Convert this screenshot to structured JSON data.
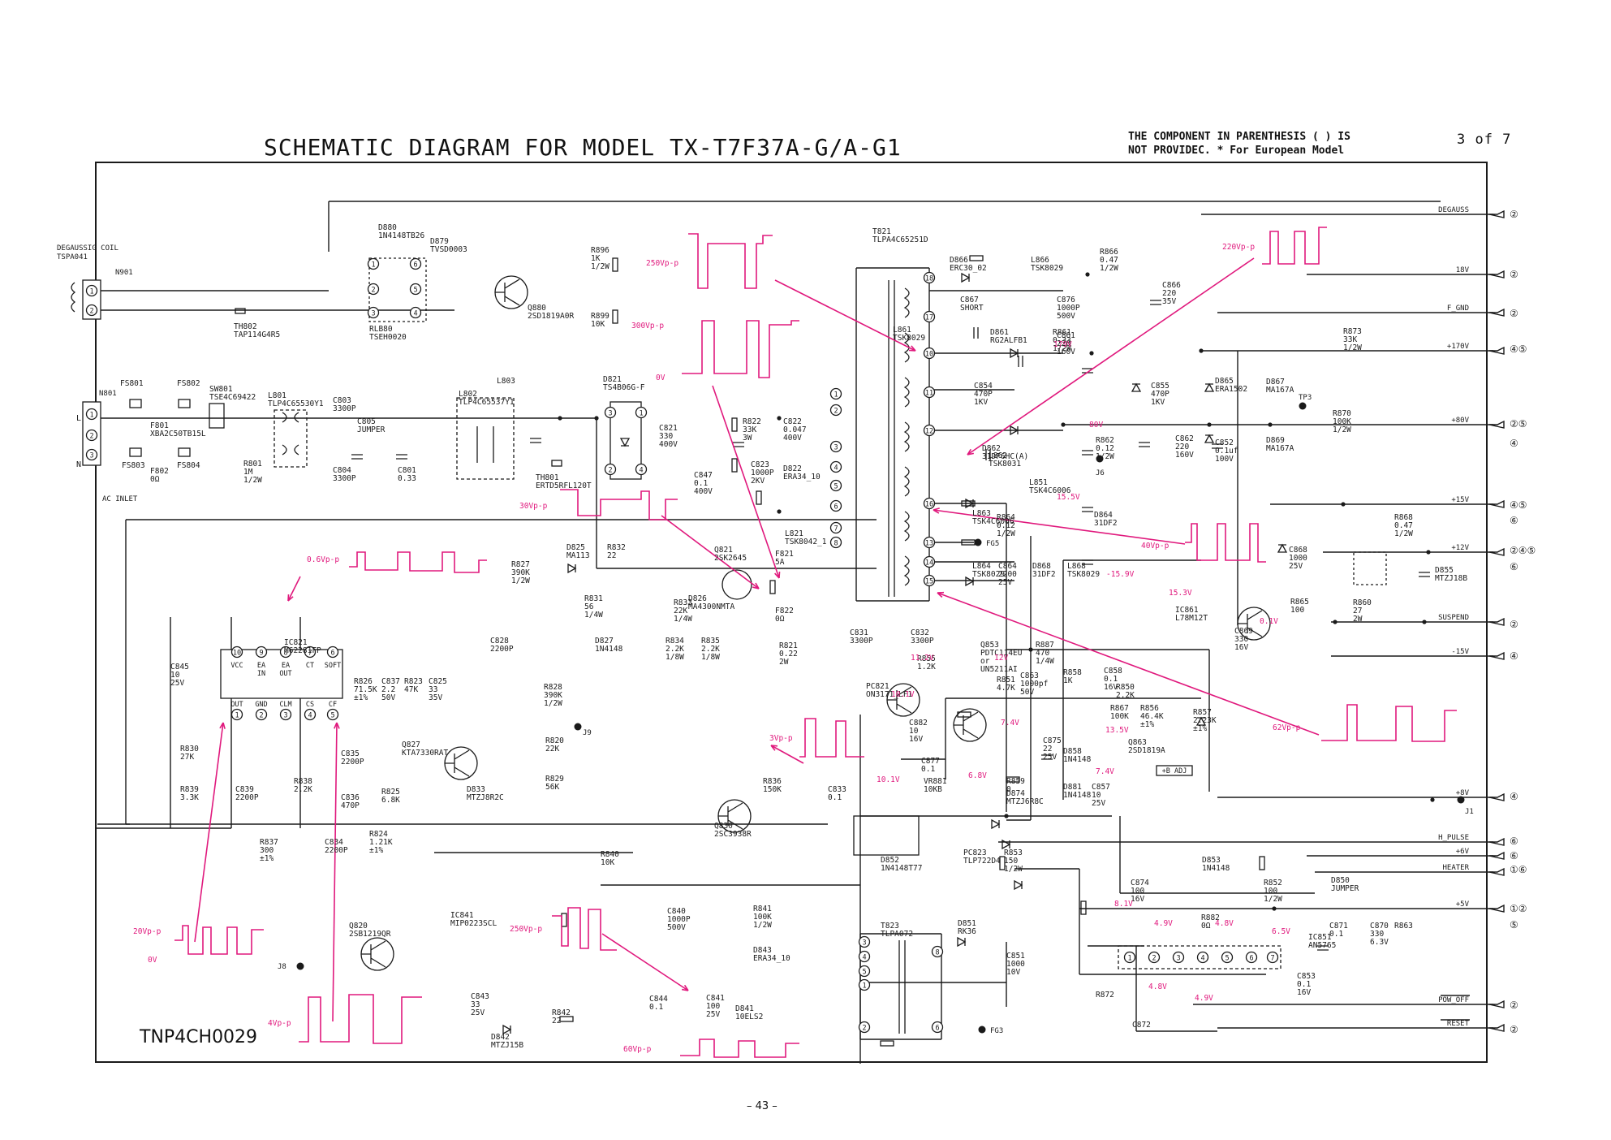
{
  "header": {
    "title": "SCHEMATIC DIAGRAM FOR MODEL  TX-T7F37A-G/A-G1",
    "note_line1": "THE COMPONENT IN PARENTHESIS ( ) IS",
    "note_line2": "NOT PROVIDEC.  * For European Model",
    "page": "3 of 7"
  },
  "board_id": "TNP4CH0029",
  "footer_page": "– 43 –",
  "colors": {
    "wire": "#1a1a1a",
    "waveform": "#e0197d",
    "paper": "#ffffff"
  },
  "inputs": {
    "degauss_coil": [
      "DEGAUSSIG COIL",
      "TSPA041"
    ],
    "n901": "N901",
    "n801": "N801",
    "ac_inlet": "AC INLET",
    "pins": [
      "L",
      "N"
    ]
  },
  "outputs": [
    {
      "label": "DEGAUSS",
      "conn": "②"
    },
    {
      "label": "18V",
      "conn": "②"
    },
    {
      "label": "F_GND",
      "conn": "②"
    },
    {
      "label": "+170V",
      "conn": "④⑤"
    },
    {
      "label": "+80V",
      "conn": "②⑤"
    },
    {
      "label": "",
      "conn": "④"
    },
    {
      "label": "+15V",
      "conn": "④⑤"
    },
    {
      "label": "",
      "conn": "⑥"
    },
    {
      "label": "+12V",
      "conn": "②④⑤"
    },
    {
      "label": "",
      "conn": "⑥"
    },
    {
      "label": "SUSPEND",
      "conn": "②"
    },
    {
      "label": "-15V",
      "conn": "④"
    },
    {
      "label": "+8V",
      "conn": "④"
    },
    {
      "label": "H_PULSE",
      "conn": "⑥"
    },
    {
      "label": "+6V",
      "conn": "⑥"
    },
    {
      "label": "HEATER",
      "conn": "①⑥"
    },
    {
      "label": "+5V",
      "conn": "①②"
    },
    {
      "label": "",
      "conn": "⑤"
    },
    {
      "label": "POW_OFF",
      "conn": "②"
    },
    {
      "label": "RESET",
      "conn": "②"
    }
  ],
  "components": [
    [
      "D880",
      "1N4148TB26"
    ],
    [
      "D879",
      "TVSD0003"
    ],
    [
      "RLB80",
      "TSEH0020"
    ],
    [
      "Q880",
      "2SD1819A0R"
    ],
    [
      "R896",
      "1K",
      "1/2W"
    ],
    [
      "R899",
      "10K"
    ],
    [
      "TH802",
      "TAP114G4R5"
    ],
    [
      "T821",
      "TLPA4C65251D"
    ],
    [
      "FS801"
    ],
    [
      "FS802"
    ],
    [
      "FS803"
    ],
    [
      "FS804"
    ],
    [
      "SW801",
      "TSE4C69422"
    ],
    [
      "F801",
      "XBA2C50TB15L"
    ],
    [
      "F802",
      "0Ω"
    ],
    [
      "R801",
      "1M",
      "1/2W"
    ],
    [
      "L801",
      "TLP4C65530Y1"
    ],
    [
      "C803",
      "3300P"
    ],
    [
      "C804",
      "3300P"
    ],
    [
      "C805",
      "JUMPER"
    ],
    [
      "C801",
      "0.33"
    ],
    [
      "L802",
      "TLP4C65537Y1"
    ],
    [
      "L803"
    ],
    [
      "TH801",
      "ERTD5RFL120T"
    ],
    [
      "D821",
      "TS4B06G-F"
    ],
    [
      "C821",
      "330",
      "400V"
    ],
    [
      "C847",
      "0.1",
      "400V"
    ],
    [
      "R822",
      "33K",
      "3W"
    ],
    [
      "C822",
      "0.047",
      "400V"
    ],
    [
      "C823",
      "1000P",
      "2KV"
    ],
    [
      "D822",
      "ERA34_10"
    ],
    [
      "L821",
      "TSK8042_1"
    ],
    [
      "F821",
      "5A"
    ],
    [
      "F822",
      "0Ω"
    ],
    [
      "R821",
      "0.22",
      "2W"
    ],
    [
      "Q821",
      "2SK2645"
    ],
    [
      "D825",
      "MA113"
    ],
    [
      "R832",
      "22"
    ],
    [
      "R827",
      "390K",
      "1/2W"
    ],
    [
      "R831",
      "56",
      "1/4W"
    ],
    [
      "R833",
      "22K",
      "1/4W"
    ],
    [
      "D826",
      "MA4300NMTA"
    ],
    [
      "D827",
      "1N4148"
    ],
    [
      "C828",
      "2200P"
    ],
    [
      "R834",
      "2.2K",
      "1/8W"
    ],
    [
      "R835",
      "2.2K",
      "1/8W"
    ],
    [
      "IC821",
      "M62281FP"
    ],
    [
      "C845",
      "10",
      "25V"
    ],
    [
      "R826",
      "71.5K",
      "±1%"
    ],
    [
      "C837",
      "2.2",
      "50V"
    ],
    [
      "R823",
      "47K"
    ],
    [
      "C825",
      "33",
      "35V"
    ],
    [
      "R828",
      "390K",
      "1/2W"
    ],
    [
      "R820",
      "22K"
    ],
    [
      "R829",
      "56K"
    ],
    [
      "R830",
      "27K"
    ],
    [
      "R839",
      "3.3K"
    ],
    [
      "C839",
      "2200P"
    ],
    [
      "R838",
      "2.2K"
    ],
    [
      "C835",
      "2200P"
    ],
    [
      "C836",
      "470P"
    ],
    [
      "R825",
      "6.8K"
    ],
    [
      "Q827",
      "KTA7330RAT"
    ],
    [
      "D833",
      "MTZJ8R2C"
    ],
    [
      "R837",
      "300",
      "±1%"
    ],
    [
      "C834",
      "2200P"
    ],
    [
      "R824",
      "1.21K",
      "±1%"
    ],
    [
      "C831",
      "3300P"
    ],
    [
      "C832",
      "3300P"
    ],
    [
      "PC821",
      "ON3171_LF1"
    ],
    [
      "R836",
      "150K"
    ],
    [
      "C833",
      "0.1"
    ],
    [
      "Q830",
      "2SC3938R"
    ],
    [
      "R840",
      "10K"
    ],
    [
      "Q820",
      "2SB1219QR"
    ],
    [
      "IC841",
      "MIP0223SCL"
    ],
    [
      "C840",
      "1000P",
      "500V"
    ],
    [
      "R841",
      "100K",
      "1/2W"
    ],
    [
      "D843",
      "ERA34_10"
    ],
    [
      "T823",
      "TLPA072"
    ],
    [
      "C843",
      "33",
      "25V"
    ],
    [
      "R842",
      "22"
    ],
    [
      "C844",
      "0.1"
    ],
    [
      "C841",
      "100",
      "25V"
    ],
    [
      "D841",
      "10ELS2"
    ],
    [
      "D842",
      "MTZJ15B"
    ],
    [
      "D851",
      "RK36"
    ],
    [
      "C851",
      "1000",
      "10V"
    ],
    [
      "D866",
      "ERC30_02"
    ],
    [
      "L866",
      "TSK8029"
    ],
    [
      "R866",
      "0.47",
      "1/2W"
    ],
    [
      "C866",
      "220",
      "35V"
    ],
    [
      "C867",
      "SHORT"
    ],
    [
      "C876",
      "1000P",
      "500V"
    ],
    [
      "L861",
      "TSK8029"
    ],
    [
      "D861",
      "RG2ALFB1"
    ],
    [
      "R861",
      "0.33",
      "1/2W"
    ],
    [
      "C861",
      "220",
      "160V"
    ],
    [
      "C854",
      "470P",
      "1KV"
    ],
    [
      "D862",
      "31DF6HC(A)"
    ],
    [
      "L862",
      "TSK8031"
    ],
    [
      "R862",
      "0.12",
      "1/2W"
    ],
    [
      "C855",
      "470P",
      "1KV"
    ],
    [
      "C862",
      "220",
      "160V"
    ],
    [
      "D865",
      "ERA1502"
    ],
    [
      "C852",
      "0.1uf",
      "100V"
    ],
    [
      "D867",
      "MA167A"
    ],
    [
      "D869",
      "MA167A"
    ],
    [
      "R873",
      "33K",
      "1/2W"
    ],
    [
      "R870",
      "100K",
      "1/2W"
    ],
    [
      "L851",
      "TSK4C6006"
    ],
    [
      "L863",
      "TSK4C6006"
    ],
    [
      "R864",
      "0.12",
      "1/2W"
    ],
    [
      "D864",
      "31DF2"
    ],
    [
      "L864",
      "TSK8029"
    ],
    [
      "C864",
      "2200",
      "25V"
    ],
    [
      "D868",
      "31DF2"
    ],
    [
      "L868",
      "TSK8029"
    ],
    [
      "R868",
      "0.47",
      "1/2W"
    ],
    [
      "C868",
      "1000",
      "25V"
    ],
    [
      "R860",
      "27",
      "2W"
    ],
    [
      "D855",
      "MTZJ18B"
    ],
    [
      "IC861",
      "L78M12T"
    ],
    [
      "C869",
      "330",
      "16V"
    ],
    [
      "R865",
      "100"
    ],
    [
      "Q853",
      "PDTC114EU",
      "or",
      "UN5211AI"
    ],
    [
      "R887",
      "470",
      "1/4W"
    ],
    [
      "R855",
      "1.2K"
    ],
    [
      "R851",
      "4.7K"
    ],
    [
      "C863",
      "1000pf",
      "50V"
    ],
    [
      "R858",
      "1K"
    ],
    [
      "C858",
      "0.1",
      "16V"
    ],
    [
      "R850",
      "2.2K"
    ],
    [
      "R867",
      "100K"
    ],
    [
      "R856",
      "46.4K",
      "±1%"
    ],
    [
      "C882",
      "10",
      "16V"
    ],
    [
      "C875",
      "22",
      "25V"
    ],
    [
      "Q863",
      "2SD1819A"
    ],
    [
      "D858",
      "1N4148"
    ],
    [
      "C877",
      "0.1"
    ],
    [
      "VR881",
      "10KB"
    ],
    [
      "R859",
      "0"
    ],
    [
      "D874",
      "MTZJ6R8C"
    ],
    [
      "D881",
      "1N4148"
    ],
    [
      "C857",
      "10",
      "25V"
    ],
    [
      "R857",
      "2.23K",
      "±1%"
    ],
    [
      "D852",
      "1N4148T77"
    ],
    [
      "PC823",
      "TLP722D4"
    ],
    [
      "R853",
      "150",
      "1/2W"
    ],
    [
      "D853",
      "1N4148"
    ],
    [
      "C874",
      "100",
      "16V"
    ],
    [
      "R852",
      "100",
      "1/2W"
    ],
    [
      "D850",
      "JUMPER"
    ],
    [
      "R882",
      "0Ω"
    ],
    [
      "IC851",
      "AN5765"
    ],
    [
      "C871",
      "0.1"
    ],
    [
      "C870",
      "330",
      "6.3V"
    ],
    [
      "R863"
    ],
    [
      "C853",
      "0.1",
      "16V"
    ],
    [
      "R872"
    ],
    [
      "C872"
    ]
  ],
  "ic821_pins": [
    "VCC",
    "EA IN",
    "EA OUT",
    "CT",
    "SOFT",
    "OUT",
    "GND",
    "CLM",
    "CS",
    "CF"
  ],
  "test_points": [
    "J6",
    "J9",
    "J8",
    "J1",
    "TP3",
    "FG5",
    "FG3"
  ],
  "adjust_label": "+B ADJ",
  "voltages": [
    "179V",
    "80V",
    "15.5V",
    "12V",
    "11.2V",
    "10.1V",
    "7.4V",
    "13.5V",
    "7.4V",
    "6.8V",
    "10.1V",
    "-15.9V",
    "15.3V",
    "0.1V",
    "8.1V",
    "4.9V",
    "4.8V",
    "6.5V",
    "4.8V",
    "4.9V"
  ],
  "waveforms": [
    "250Vp-p",
    "300Vp-p",
    "0V",
    "220Vp-p",
    "30Vp-p",
    "0.6Vp-p",
    "40Vp-p",
    "62Vp-p",
    "3Vp-p",
    "20Vp-p",
    "0V",
    "250Vp-p",
    "4Vp-p",
    "60Vp-p"
  ]
}
